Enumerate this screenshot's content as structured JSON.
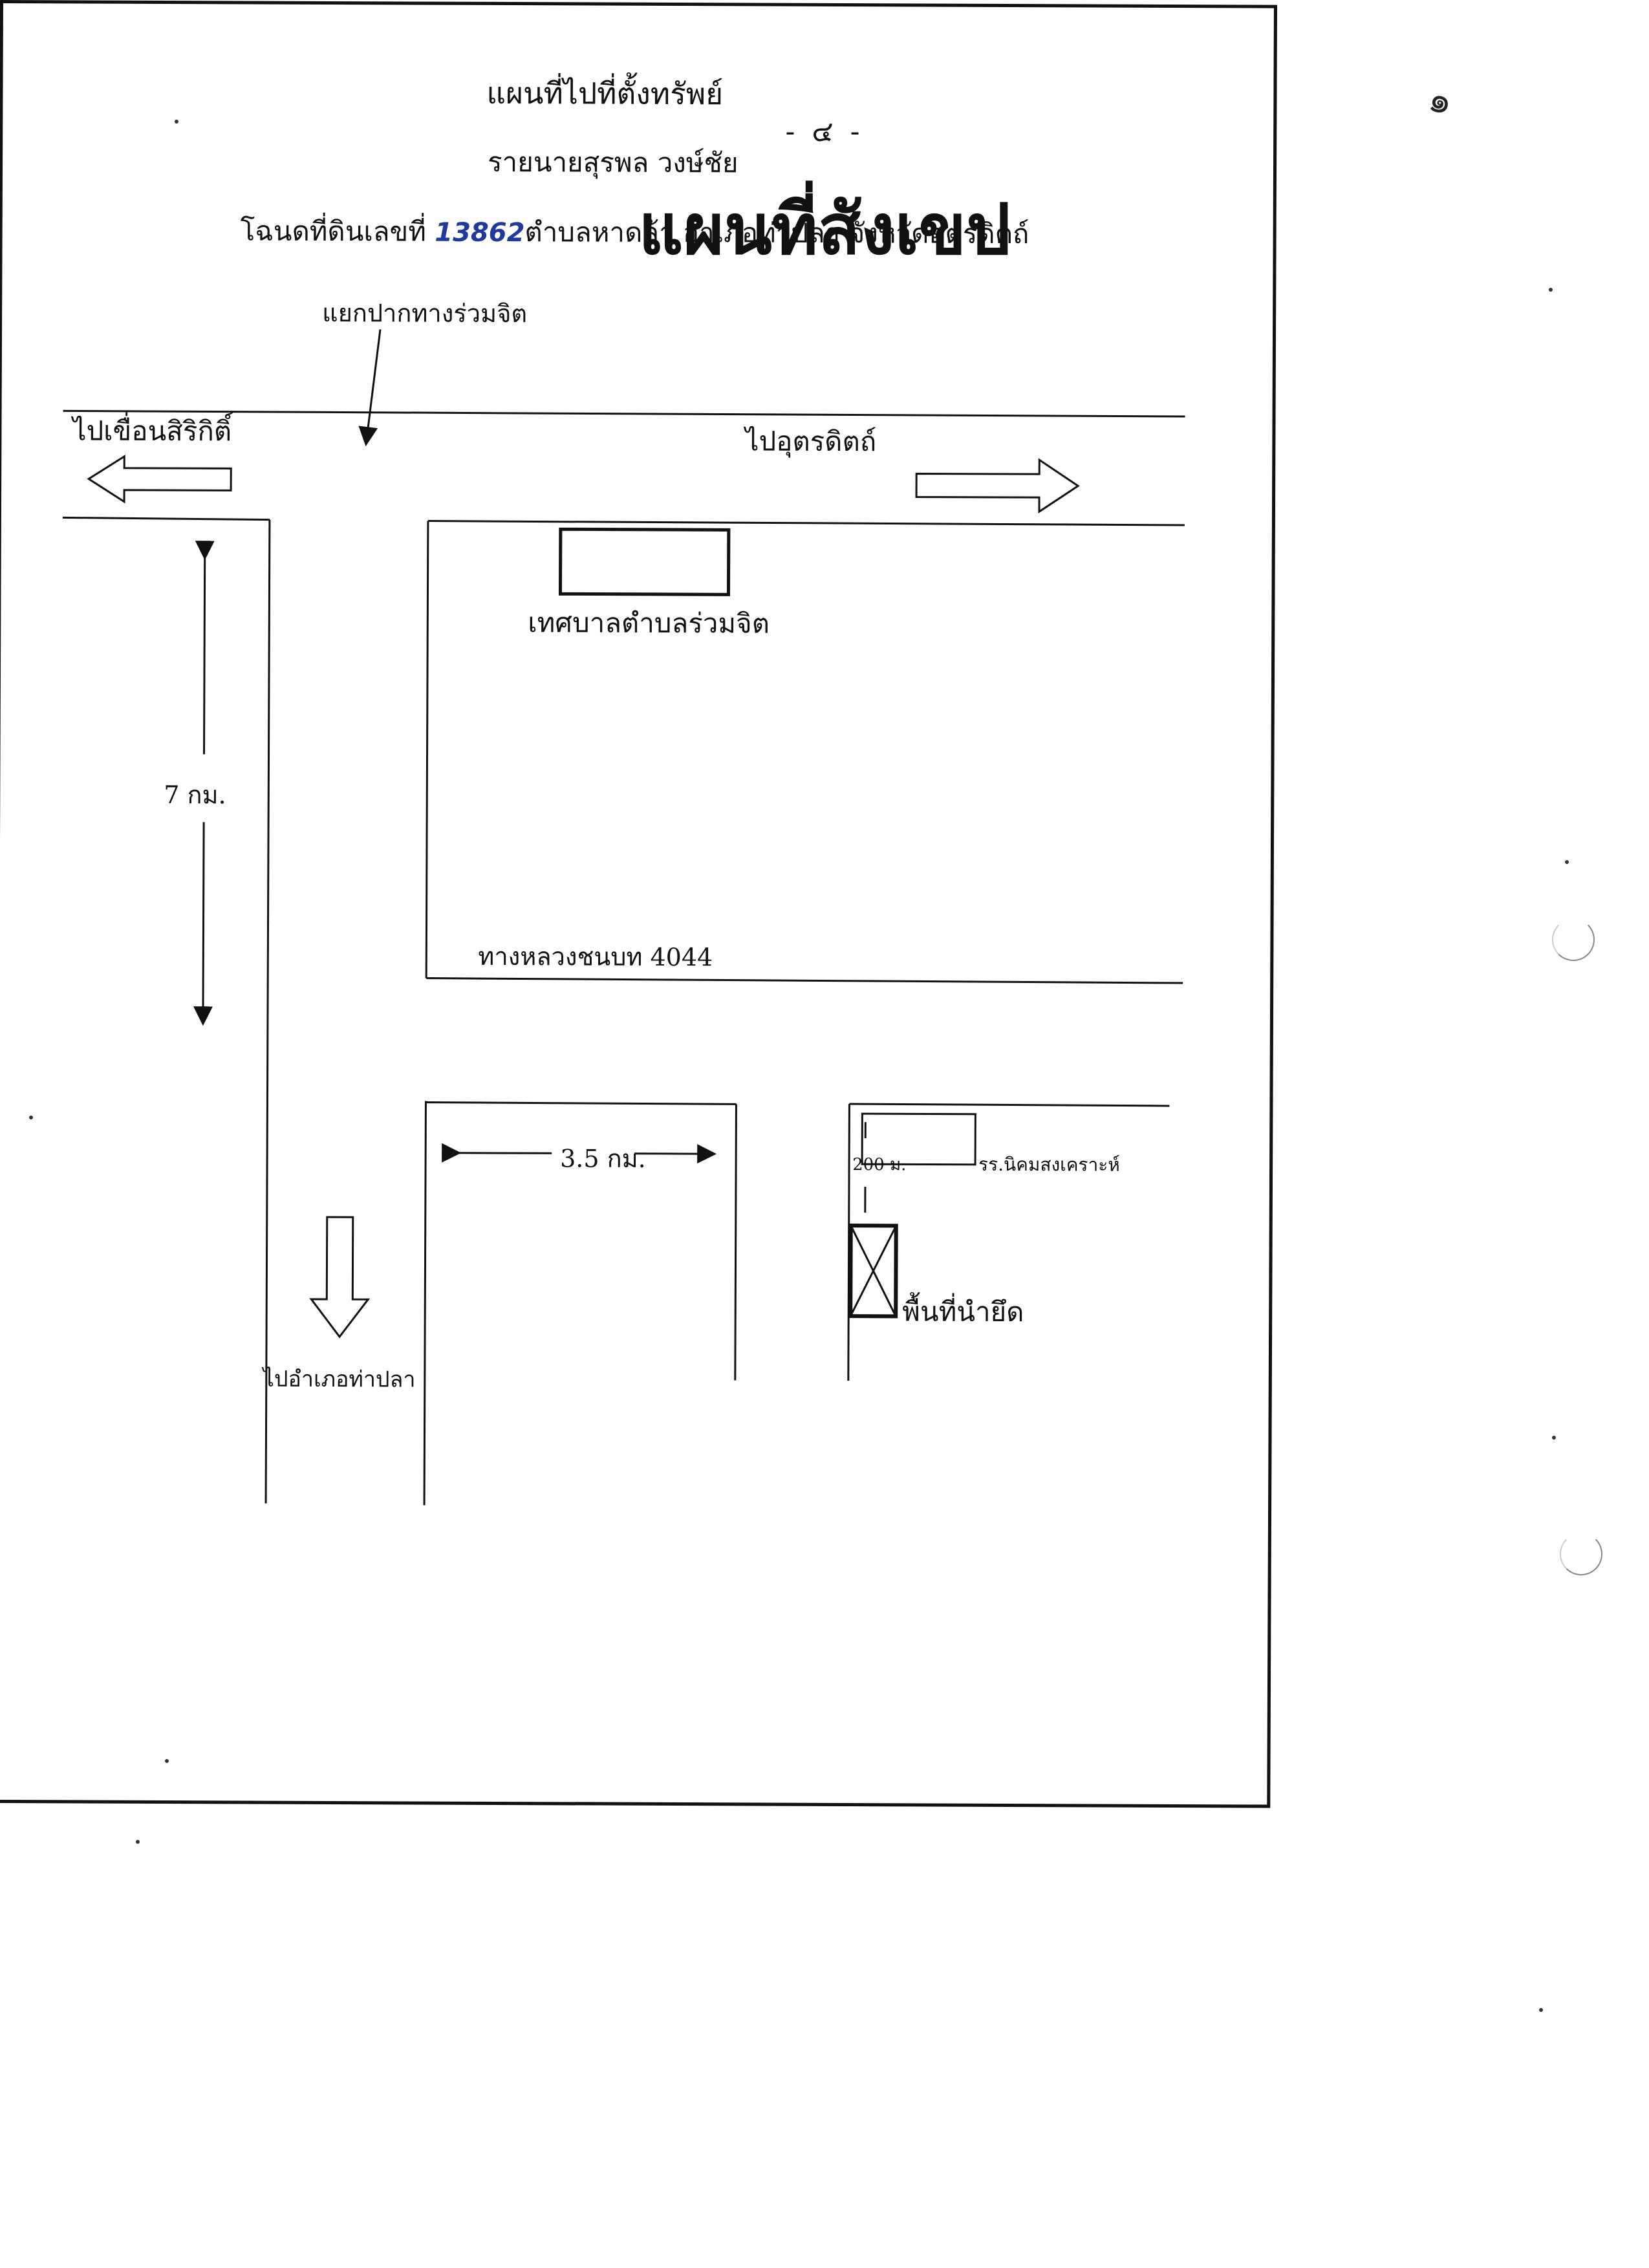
{
  "page": {
    "page_number": "- ๔ -",
    "title": "แผนที่สังเขป",
    "corner_mark": "๑"
  },
  "map": {
    "heading": "แผนที่ไปที่ตั้งทรัพย์",
    "owner_line": "รายนายสุรพล วงษ์ชัย",
    "deed_prefix": "โฉนดที่ดินเลขที่",
    "deed_number_handwritten": "13862",
    "deed_suffix": "ตำบลหาดล้า อำเภอท่าปลา จังหวัดอุตรดิตถ์",
    "labels": {
      "junction": "แยกปากทางร่วมจิต",
      "to_sirikit_dam": "ไปเขื่อนสิริกิติ์",
      "to_uttaradit": "ไปอุตรดิตถ์",
      "municipality_office": "เทศบาลตำบลร่วมจิต",
      "distance_7km": "7 กม.",
      "rural_road": "ทางหลวงชนบท 4044",
      "distance_3_5km": "3.5 กม.",
      "distance_200m": "200 ม.",
      "school": "รร.นิคมสงเคราะห์",
      "seized_land": "พื้นที่นำยึด",
      "to_tha_pla": "ไปอำเภอท่าปลา"
    }
  }
}
